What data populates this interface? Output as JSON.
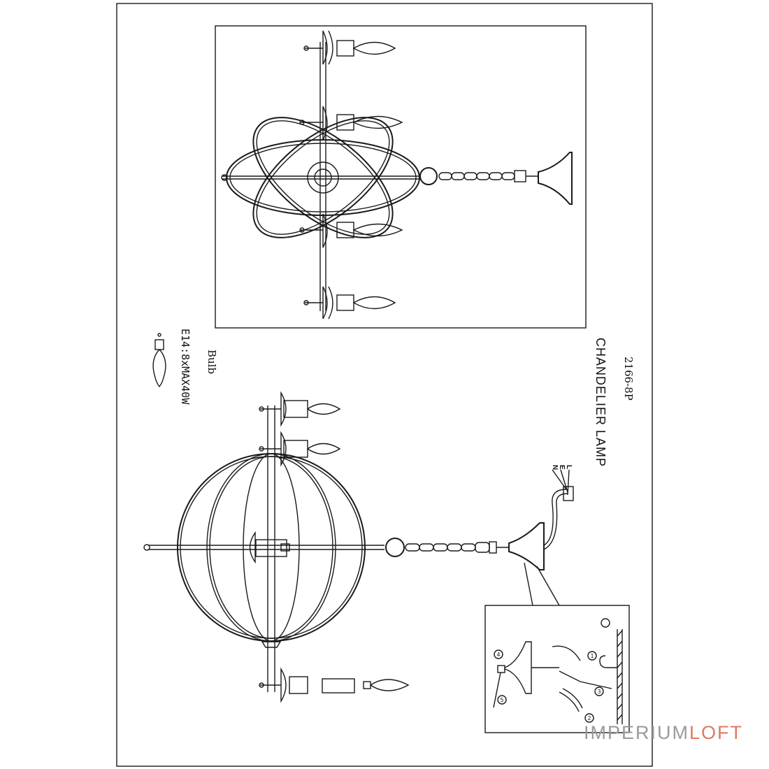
{
  "labels": {
    "model": "2166-8P",
    "title": "CHANDELIER LAMP",
    "bulb_heading": "Bulb",
    "bulb_spec": "E14:8xMAX40W",
    "wire_l": "L",
    "wire_e": "E",
    "wire_n": "N"
  },
  "steps": [
    "1",
    "2",
    "3",
    "4",
    "5"
  ],
  "watermark": {
    "part1": "IMPERIUM",
    "part2": "LOFT",
    "color1": "#9a9a9a",
    "color2": "#e07a63"
  },
  "colors": {
    "line": "#1a1a1a",
    "background": "#ffffff"
  }
}
